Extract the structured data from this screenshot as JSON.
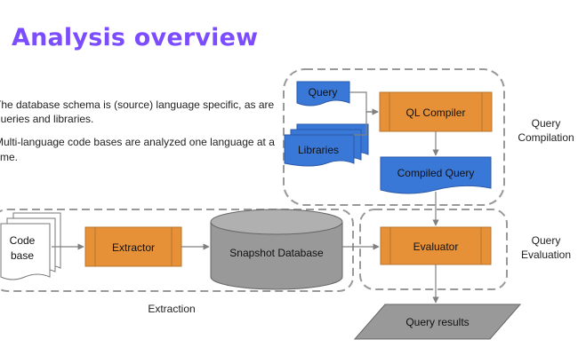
{
  "slide": {
    "title": "Analysis overview",
    "bullets": [
      "The database schema is (source) language specific, as are queries and libraries.",
      "Multi-language code bases are analyzed one language at a time."
    ]
  },
  "diagram": {
    "nodes": {
      "query": "Query",
      "libraries": "Libraries",
      "ql_compiler": "QL Compiler",
      "compiled_query": "Compiled Query",
      "code_base_line1": "Code",
      "code_base_line2": "base",
      "extractor": "Extractor",
      "snapshot_database": "Snapshot Database",
      "evaluator": "Evaluator",
      "query_results": "Query results"
    },
    "groups": {
      "compilation_line1": "Query",
      "compilation_line2": "Compilation",
      "evaluation_line1": "Query",
      "evaluation_line2": "Evaluation",
      "extraction": "Extraction"
    },
    "colors": {
      "title": "#7c4dff",
      "blue": "#3a78d8",
      "orange": "#e69138",
      "gray": "#999999",
      "dash": "#999999"
    }
  }
}
